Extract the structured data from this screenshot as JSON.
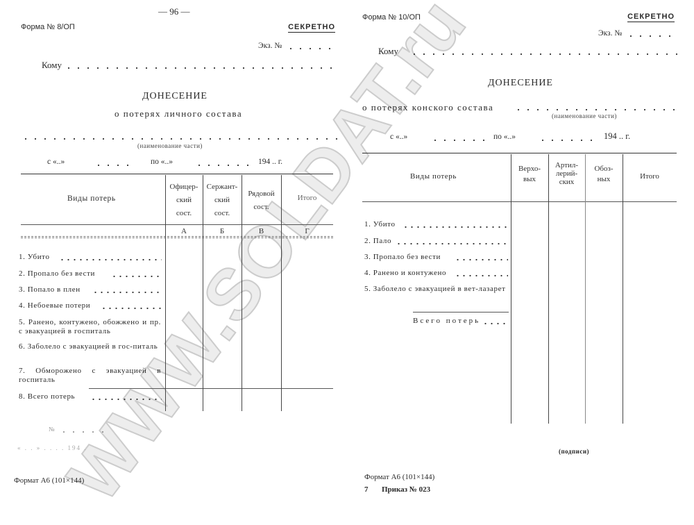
{
  "watermark": "WWW.SOLDAT.ru",
  "left": {
    "page_number": "— 96 —",
    "form_number": "Форма № 8/ОП",
    "secret": "СЕКРЕТНО",
    "copy_no": "Экз. №",
    "to": "Кому",
    "title": "ДОНЕСЕНИЕ",
    "subtitle": "о потерях личного состава",
    "unit_caption": "(наименование части)",
    "period_from": "с «..»",
    "period_to": "по «..»",
    "year": "194 .. г.",
    "table": {
      "header_main": "Виды потерь",
      "columns": [
        {
          "label": "Офицер-\nский\nсост.",
          "letter": "А"
        },
        {
          "label": "Сержант-\nский\nсост.",
          "letter": "Б"
        },
        {
          "label": "Рядовой\nсост.",
          "letter": "В"
        },
        {
          "label": "Итого",
          "letter": "Г"
        }
      ],
      "rows": [
        "1. Убито",
        "2. Пропало без вести",
        "3. Попало в плен",
        "4. Небоевые потери",
        "5. Ранено, контужено, обожжено и пр. с эвакуацией в госпиталь",
        "6. Заболело с эвакуацией в гос-питаль",
        "7. Обморожено с эвакуацией в госпиталь",
        "8. Всего потерь"
      ]
    },
    "footer_no": "№",
    "footer_date": "« . . » . . . . 194 .",
    "format": "Формат А6 (101×144)"
  },
  "right": {
    "form_number": "Форма № 10/ОП",
    "secret": "СЕКРЕТНО",
    "copy_no": "Экз. №",
    "to": "Кому",
    "title": "ДОНЕСЕНИЕ",
    "subtitle": "о потерях конского состава",
    "unit_caption": "(наименование части)",
    "period_from": "с «..»",
    "period_to": "по «..»",
    "year": "194 .. г.",
    "table": {
      "header_main": "Виды потерь",
      "columns": [
        "Верхо-\nвых",
        "Артил-\nлерий-\nских",
        "Обоз-\nных",
        "Итого"
      ],
      "rows": [
        "1. Убито",
        "2. Пало",
        "3. Пропало без вести",
        "4. Ранено и контужено",
        "5. Заболело с эвакуацией в вет-лазарет"
      ],
      "total": "Всего потерь"
    },
    "signatures": "(подписи)",
    "format": "Формат А6 (101×144)",
    "order_index": "7",
    "order": "Приказ № 023"
  }
}
